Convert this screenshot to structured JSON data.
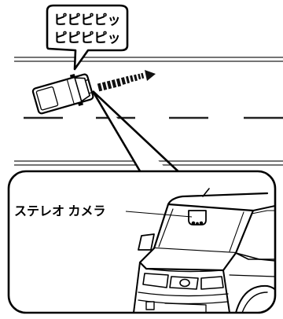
{
  "alert": {
    "line1": "ピピピピッ",
    "line2": "ピピピピッ"
  },
  "inset": {
    "label": "ステレオ カメラ"
  }
}
